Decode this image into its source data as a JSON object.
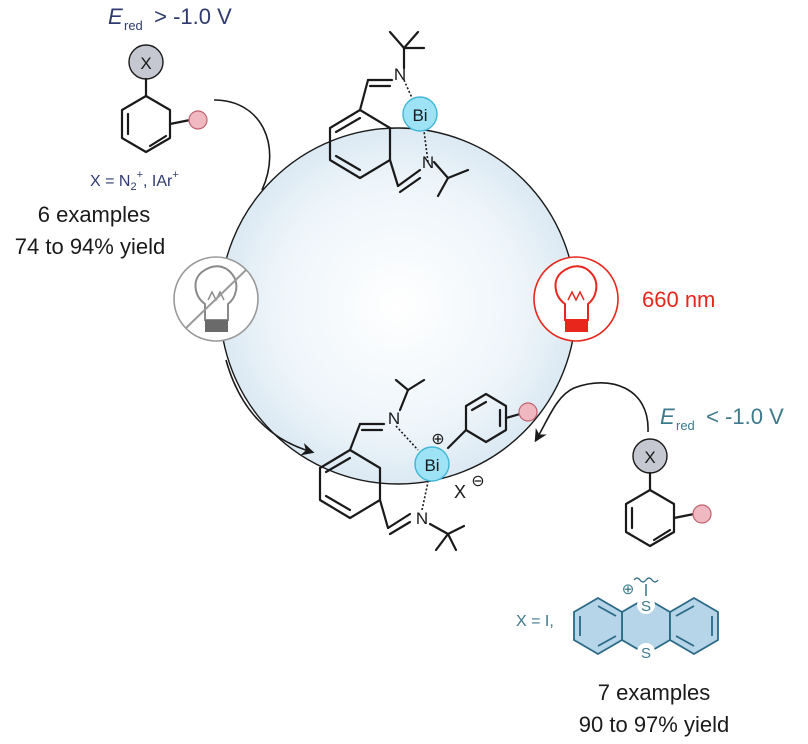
{
  "top_left": {
    "e_symbol": "E",
    "e_subscript": "red",
    "e_relation": " > -1.0 V",
    "x_label": "X",
    "x_definition_prefix": "X = N",
    "x_definition_sub": "2",
    "x_definition_sup": "+",
    "x_definition_mid": ", IAr",
    "x_definition_sup2": "+",
    "examples": "6 examples",
    "yield": "74 to 94% yield"
  },
  "catalyst_top": {
    "metal": "Bi",
    "n_top": "N",
    "n_bottom": "N"
  },
  "catalyst_bottom": {
    "metal": "Bi",
    "n_top": "N",
    "n_bottom": "N",
    "charge": "⊕",
    "counterion": "X",
    "counterion_charge": "⊖"
  },
  "light": {
    "wavelength": "660 nm"
  },
  "bottom_right": {
    "e_symbol": "E",
    "e_subscript": "red",
    "e_relation": " < -1.0 V",
    "x_label": "X",
    "x_definition": "X = I,",
    "s_top": "S",
    "s_bottom": "S",
    "s_charge": "⊕",
    "examples": "7 examples",
    "yield": "90 to 97% yield"
  },
  "colors": {
    "navy_text": "#2f3b6e",
    "teal_text": "#3d7a8c",
    "red_text": "#e8261c",
    "bi_fill": "#9ee3f5",
    "x_circle": "#c5c7d1",
    "substituent": "#f0b8c0",
    "thianthrene_fill": "#b7d5e8"
  }
}
